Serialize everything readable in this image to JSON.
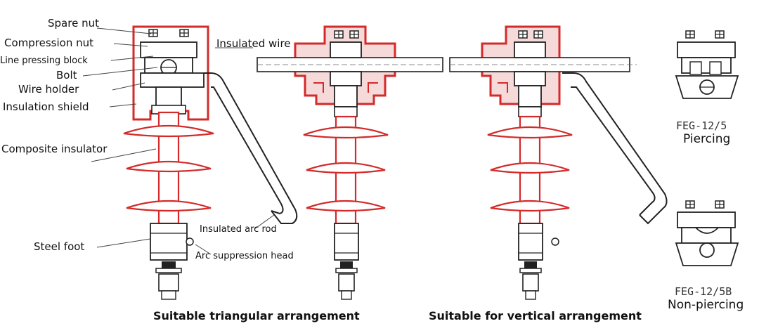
{
  "labels": {
    "spare_nut": "Spare nut",
    "compression_nut": "Compression nut",
    "line_pressing_block": "Line pressing block",
    "bolt": "Bolt",
    "wire_holder": "Wire holder",
    "insulation_shield": "Insulation shield",
    "composite_insulator": "Composite insulator",
    "steel_foot": "Steel foot",
    "insulated_wire": "Insulated wire",
    "insulated_arc_rod": "Insulated arc rod",
    "arc_suppression_head": "Arc suppression head"
  },
  "captions": {
    "triangular": "Suitable triangular arrangement",
    "vertical": "Suitable for vertical arrangement"
  },
  "clamps": [
    {
      "model": "FEG-12/5",
      "type": "Piercing"
    },
    {
      "model": "FEG-12/5B",
      "type": "Non-piercing"
    }
  ],
  "colors": {
    "shield_red": "#d42a2a",
    "outline": "#222222",
    "text": "#111111"
  }
}
